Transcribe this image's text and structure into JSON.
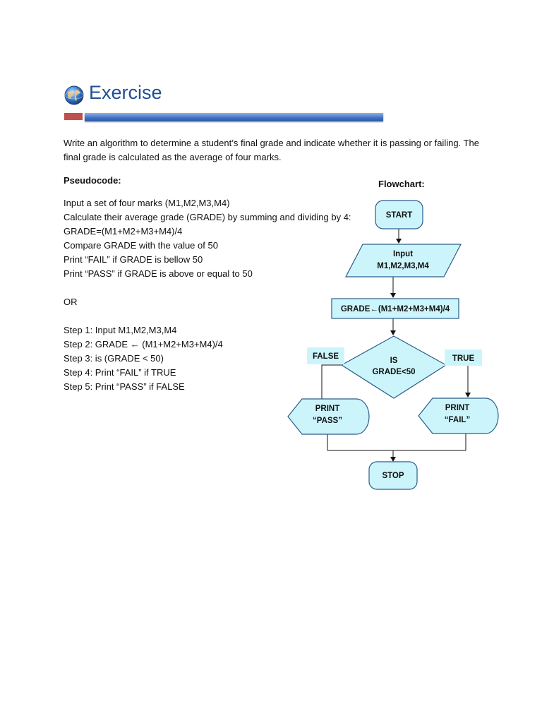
{
  "header": {
    "title": "Exercise",
    "icon": "globe-icon"
  },
  "intro": {
    "line1": "Write an algorithm to determine a student’s final grade and indicate whether it is passing or failing. The",
    "line2": "final grade is calculated as the average of four marks."
  },
  "pseudocode": {
    "heading": "Pseudocode:",
    "lines": [
      "Input a set of four marks (M1,M2,M3,M4)",
      "Calculate their average grade (GRADE) by summing and dividing by 4:",
      "GRADE=(M1+M2+M3+M4)/4",
      "Compare GRADE with the value of 50",
      "Print “FAIL” if GRADE is bellow 50",
      "Print “PASS” if GRADE is above or equal to 50"
    ],
    "or": "OR",
    "steps": [
      "Step 1:  Input M1,M2,M3,M4",
      "Step 2:  GRADE ← (M1+M2+M3+M4)/4",
      "Step 3:  is (GRADE < 50)",
      "Step 4:  Print “FAIL” if TRUE",
      "Step 5:  Print “PASS” if FALSE"
    ]
  },
  "flowchart": {
    "heading": "Flowchart:",
    "start": "START",
    "input_line1": "Input",
    "input_line2": "M1,M2,M3,M4",
    "process": "GRADE←(M1+M2+M3+M4)/4",
    "decision_line1": "IS",
    "decision_line2": "GRADE<50",
    "false_label": "FALSE",
    "true_label": "TRUE",
    "print_pass_line1": "PRINT",
    "print_pass_line2": "“PASS”",
    "print_fail_line1": "PRINT",
    "print_fail_line2": "“FAIL”",
    "stop": "STOP",
    "fill_color": "#ccf5fb",
    "stroke_color": "#2b5c8a"
  }
}
